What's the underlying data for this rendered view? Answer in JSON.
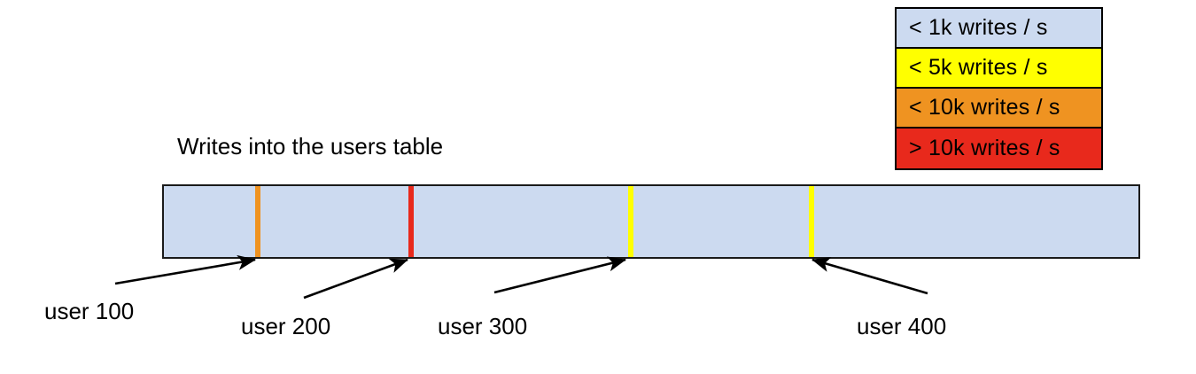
{
  "chart_data": {
    "type": "bar",
    "title": "Writes into the users table",
    "xlabel": "",
    "ylabel": "",
    "orientation": "horizontal",
    "description": "A single horizontal range bar representing the users table keyspace, shaded by write rate, with four hot-key markers annotated by user id.",
    "default_band": {
      "label": "< 1k writes / s",
      "color": "#ccdaf0"
    },
    "markers": [
      {
        "label": "user 100",
        "position_pct": 9.7,
        "color": "#ef9321",
        "band": "< 10k writes / s"
      },
      {
        "label": "user 200",
        "position_pct": 25.3,
        "color": "#e8291c",
        "band": "> 10k writes / s"
      },
      {
        "label": "user 300",
        "position_pct": 47.6,
        "color": "#ffff00",
        "band": "< 5k writes / s"
      },
      {
        "label": "user 400",
        "position_pct": 66.2,
        "color": "#ffff00",
        "band": "< 5k writes / s"
      }
    ],
    "legend": {
      "position": "top-right",
      "entries": [
        {
          "label": "< 1k writes / s",
          "color": "#ccdaf0"
        },
        {
          "label": "< 5k writes / s",
          "color": "#ffff00"
        },
        {
          "label": "< 10k writes / s",
          "color": "#ef9321"
        },
        {
          "label": "> 10k writes / s",
          "color": "#e8291c"
        }
      ]
    }
  },
  "legend": {
    "entries": [
      {
        "label": "< 1k writes / s"
      },
      {
        "label": "< 5k writes / s"
      },
      {
        "label": "< 10k writes / s"
      },
      {
        "label": "> 10k writes / s"
      }
    ]
  },
  "title": {
    "text": "Writes into the users table"
  },
  "annotations": [
    {
      "label": "user 100"
    },
    {
      "label": "user 200"
    },
    {
      "label": "user 300"
    },
    {
      "label": "user 400"
    }
  ],
  "colors": {
    "bar_fill": "#ccdaf0",
    "bar_border": "#1a1a1a",
    "yellow": "#ffff00",
    "orange": "#ef9321",
    "red": "#e8291c",
    "arrow": "#000000",
    "text": "#000000",
    "background": "#ffffff"
  }
}
